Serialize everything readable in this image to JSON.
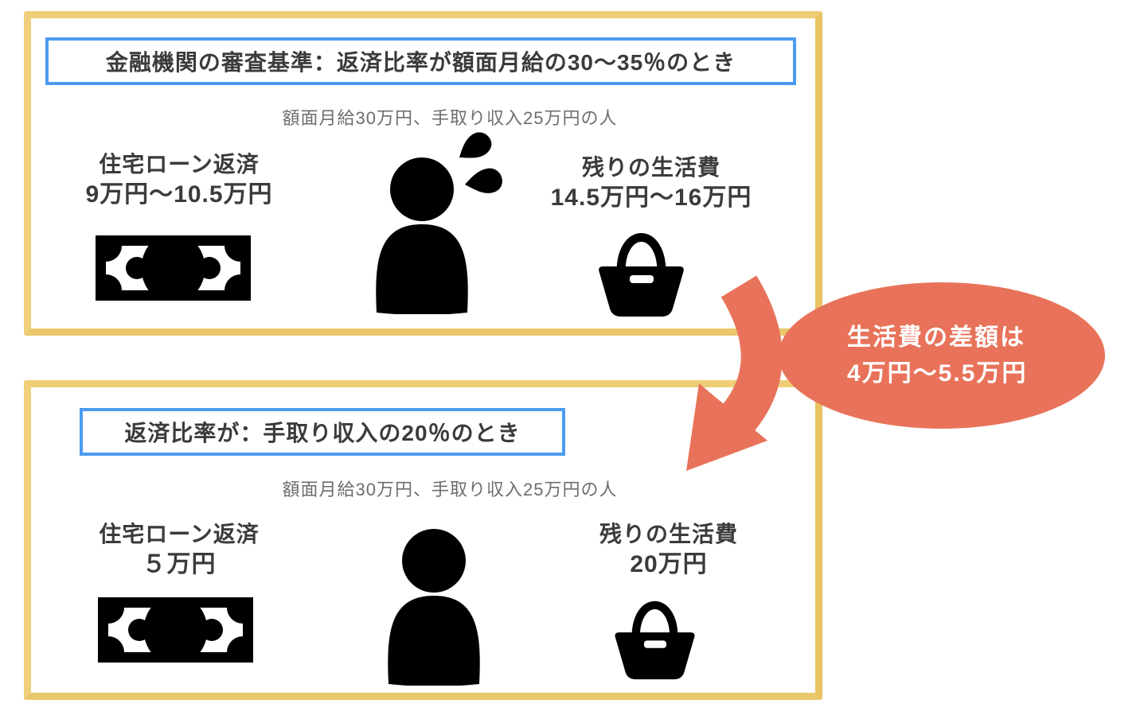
{
  "colors": {
    "frame_border": "#ecc96e",
    "title_border": "#4d9bf1",
    "accent_salmon": "#e8735a",
    "text_dark": "#3b3b3b",
    "text_gray": "#6e6e6e",
    "icon_black": "#000000"
  },
  "sections": {
    "top": {
      "title": "金融機関の審査基準：返済比率が額面月給の30〜35％のとき",
      "subtitle": "額面月給30万円、手取り収入25万円の人",
      "loan_label": "住宅ローン返済",
      "loan_value": "9万円〜10.5万円",
      "living_label": "残りの生活費",
      "living_value": "14.5万円〜16万円"
    },
    "bottom": {
      "title": "返済比率が：手取り収入の20％のとき",
      "subtitle": "額面月給30万円、手取り収入25万円の人",
      "loan_label": "住宅ローン返済",
      "loan_value": "５万円",
      "living_label": "残りの生活費",
      "living_value": "20万円"
    }
  },
  "callout": {
    "line1": "生活費の差額は",
    "line2": "4万円〜5.5万円"
  },
  "icons": {
    "money_bill": "money-bill-icon",
    "person": "person-icon",
    "sweat_drops": "sweat-drops-icon",
    "tote_bag": "tote-bag-icon",
    "curved_arrow": "curved-arrow-icon"
  }
}
